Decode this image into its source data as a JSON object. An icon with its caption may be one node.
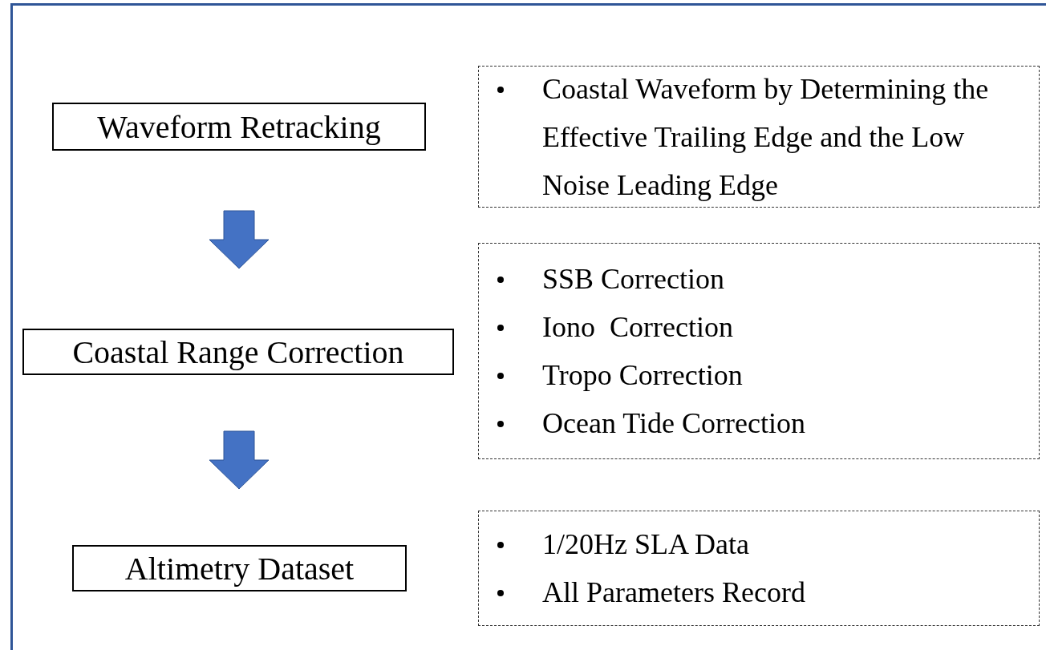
{
  "diagram": {
    "nodes": [
      {
        "text": [
          "Waveform Retracking"
        ]
      },
      {
        "text": [
          "Coastal Waveform by Determining the Effective Trailing Edge and the Low Noise Leading Edge"
        ]
      },
      {
        "text": [
          "Coastal Range Correction"
        ]
      },
      {
        "text": [
          "SSB Correction",
          "Iono  Correction",
          "Tropo Correction",
          "Ocean Tide Correction"
        ]
      },
      {
        "text": [
          "Altimetry Dataset"
        ]
      },
      {
        "text": [
          "1/20Hz SLA Data",
          "All Parameters Record"
        ]
      }
    ],
    "edges": [
      {
        "from": 0,
        "to": 2,
        "arrow": "to",
        "style": "thick",
        "color": "#4472c4"
      },
      {
        "from": 2,
        "to": 4,
        "arrow": "to",
        "style": "thick",
        "color": "#4472c4"
      }
    ]
  }
}
